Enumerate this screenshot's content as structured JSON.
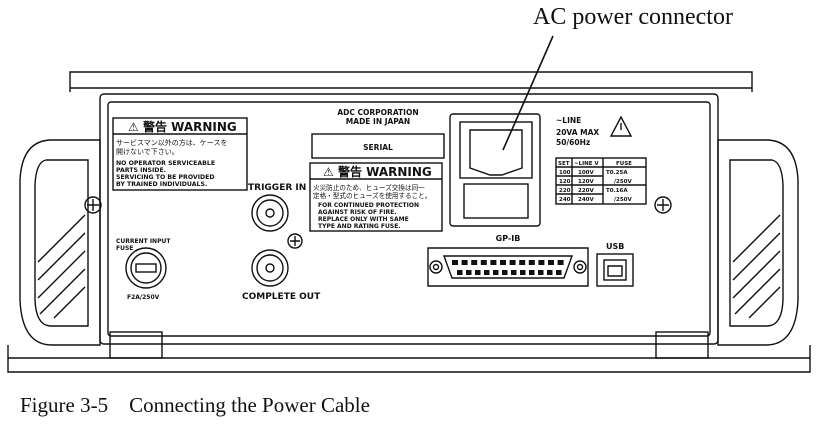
{
  "callout": {
    "label": "AC power connector"
  },
  "caption": {
    "number": "Figure 3-5",
    "title": "Connecting the Power Cable"
  },
  "panel": {
    "warning_left": {
      "heading": "警告 WARNING",
      "jp_line1": "サービスマン以外の方は、ケースを",
      "jp_line2": "開けないで下さい。",
      "en_line1": "NO OPERATOR SERVICEABLE",
      "en_line2": "PARTS INSIDE.",
      "en_line3": "SERVICING TO BE PROVIDED",
      "en_line4": "BY TRAINED INDIVIDUALS."
    },
    "manufacturer_line1": "ADC CORPORATION",
    "manufacturer_line2": "MADE IN JAPAN",
    "serial_label": "SERIAL",
    "warning_center": {
      "heading": "警告 WARNING",
      "jp_line1": "火災防止のため、ヒューズ交換は同一",
      "jp_line2": "定格・型式のヒューズを使用すること。",
      "en_line1": "FOR CONTINUED PROTECTION",
      "en_line2": "AGAINST RISK OF FIRE.",
      "en_line3": "REPLACE ONLY WITH SAME",
      "en_line4": "TYPE AND RATING FUSE."
    },
    "line_label": "~LINE",
    "rating_line1": "20VA MAX",
    "rating_line2": "50/60Hz",
    "voltage_table": {
      "headers": [
        "SET",
        "~LINE V",
        "FUSE"
      ],
      "rows": [
        [
          "100",
          "100V",
          "T0.25A"
        ],
        [
          "120",
          "120V",
          "/250V"
        ],
        [
          "220",
          "220V",
          "T0.16A"
        ],
        [
          "240",
          "240V",
          "/250V"
        ]
      ]
    },
    "trigger_in_label": "TRIGGER IN",
    "complete_out_label": "COMPLETE OUT",
    "fuse_label_line1": "CURRENT INPUT",
    "fuse_label_line2": "FUSE",
    "fuse_rating": "F2A/250V",
    "gpib_label": "GP-IB",
    "usb_label": "USB"
  }
}
